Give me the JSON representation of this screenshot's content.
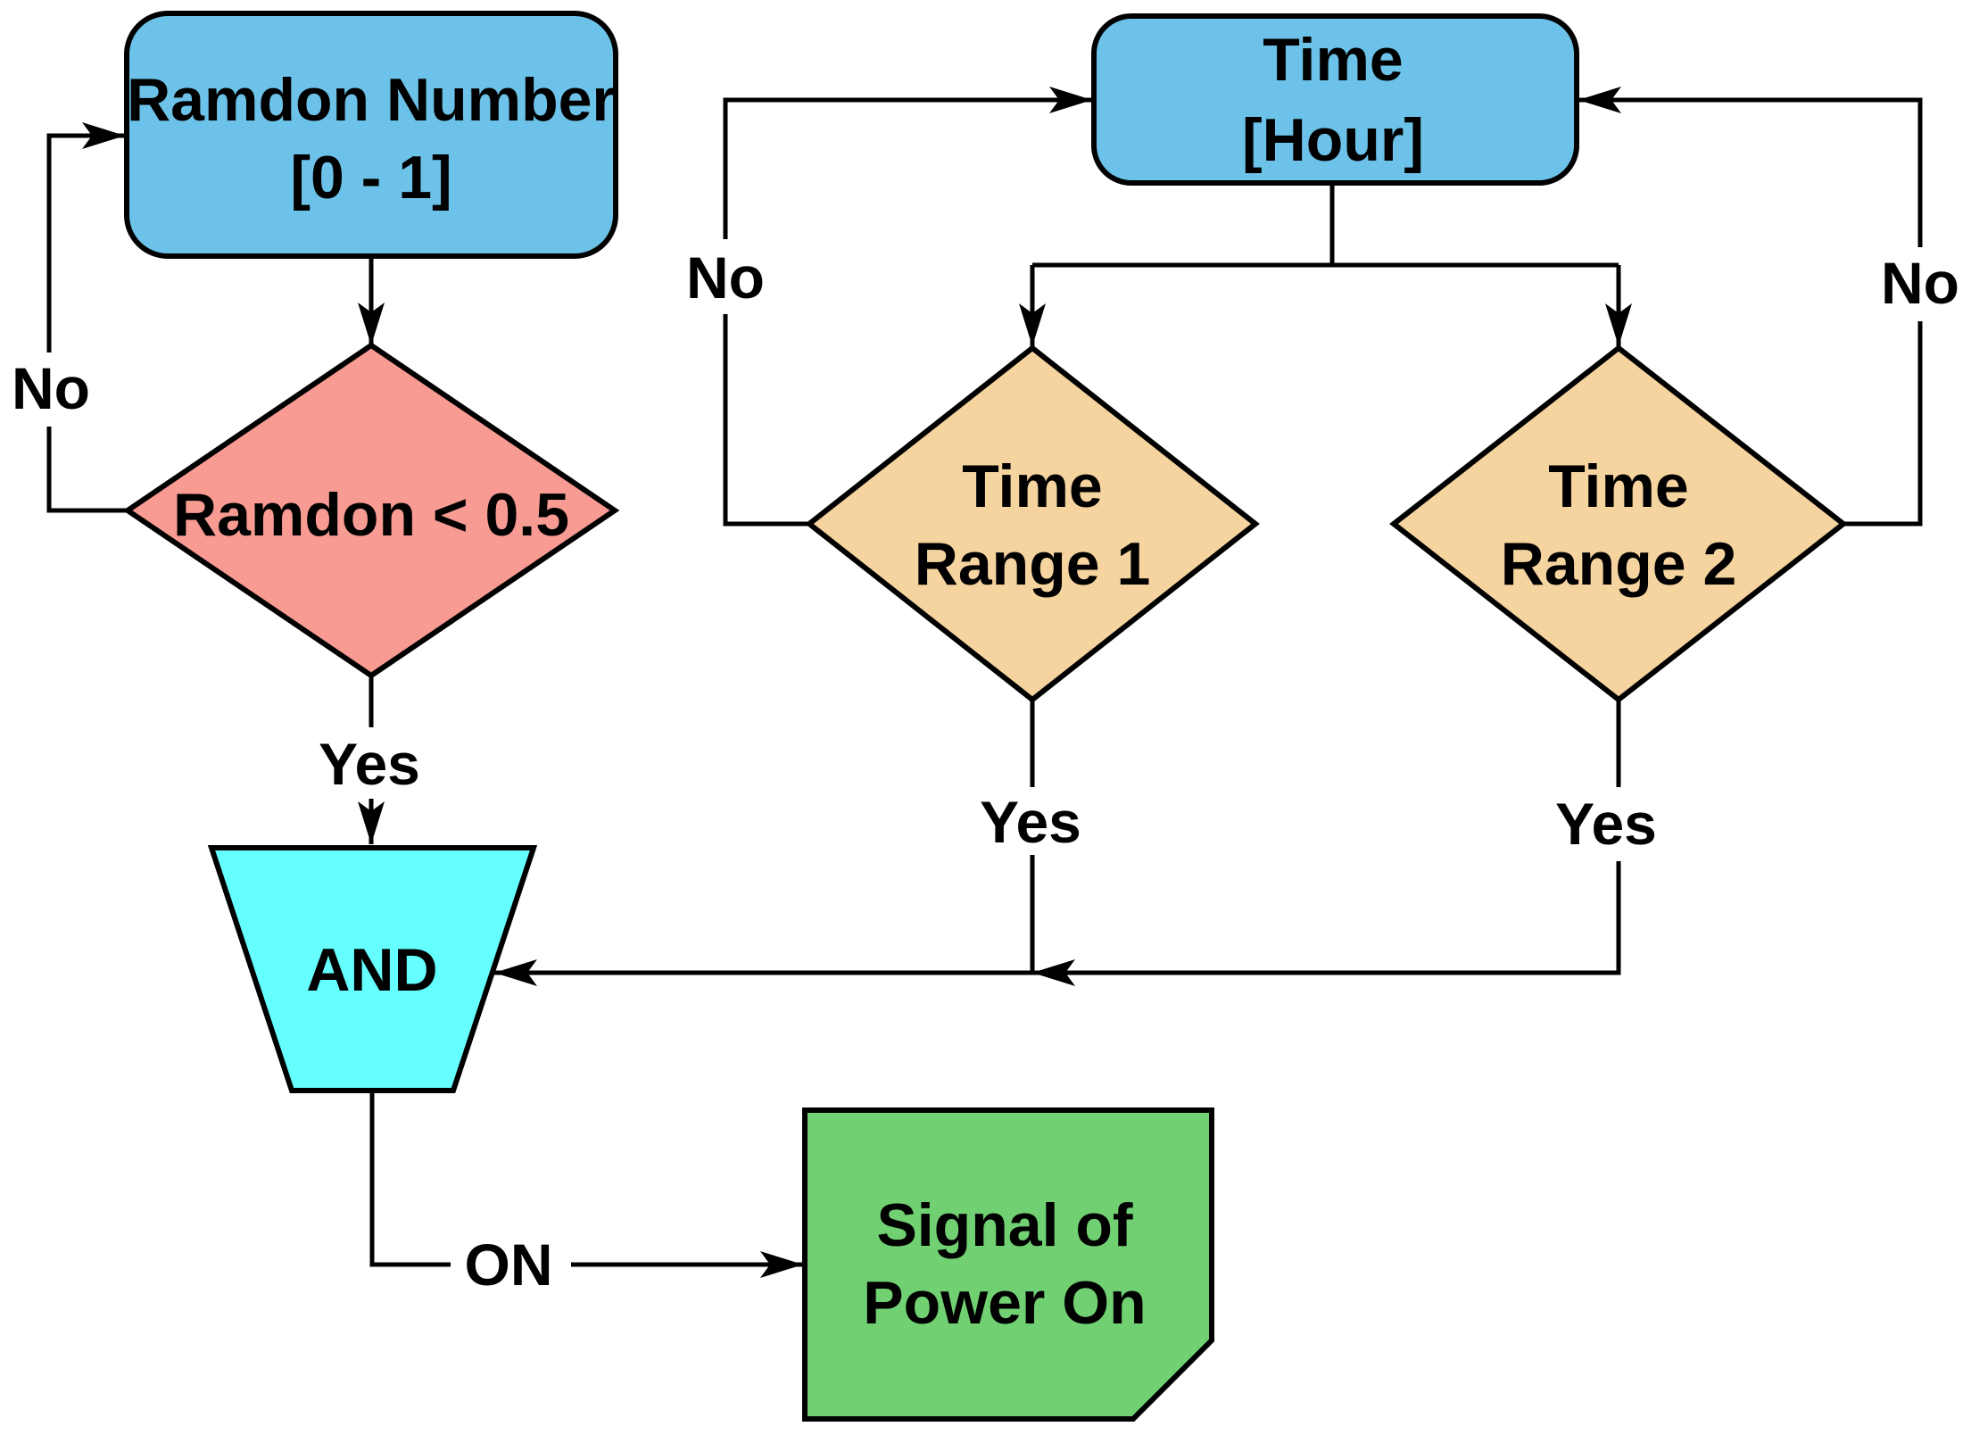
{
  "diagram": {
    "type": "flowchart",
    "colors": {
      "process_blue": "#6CC2E8",
      "decision_red": "#F89B93",
      "decision_orange": "#F6D4A0",
      "and_cyan": "#66FFFF",
      "output_green": "#70D072",
      "stroke": "#000000",
      "background": "#FFFFFF"
    },
    "nodes": {
      "random_number": {
        "line1": "Ramdon Number",
        "line2": "[0 - 1]"
      },
      "random_check": {
        "label": "Ramdon < 0.5"
      },
      "time": {
        "line1": "Time",
        "line2": "[Hour]"
      },
      "time_range_1": {
        "line1": "Time",
        "line2": "Range 1"
      },
      "time_range_2": {
        "line1": "Time",
        "line2": "Range 2"
      },
      "and_gate": {
        "label": "AND"
      },
      "signal_power_on": {
        "line1": "Signal of",
        "line2": "Power On"
      }
    },
    "labels": {
      "random_no": "No",
      "random_yes": "Yes",
      "range1_no": "No",
      "range1_yes": "Yes",
      "range2_no": "No",
      "range2_yes": "Yes",
      "and_on": "ON"
    }
  }
}
